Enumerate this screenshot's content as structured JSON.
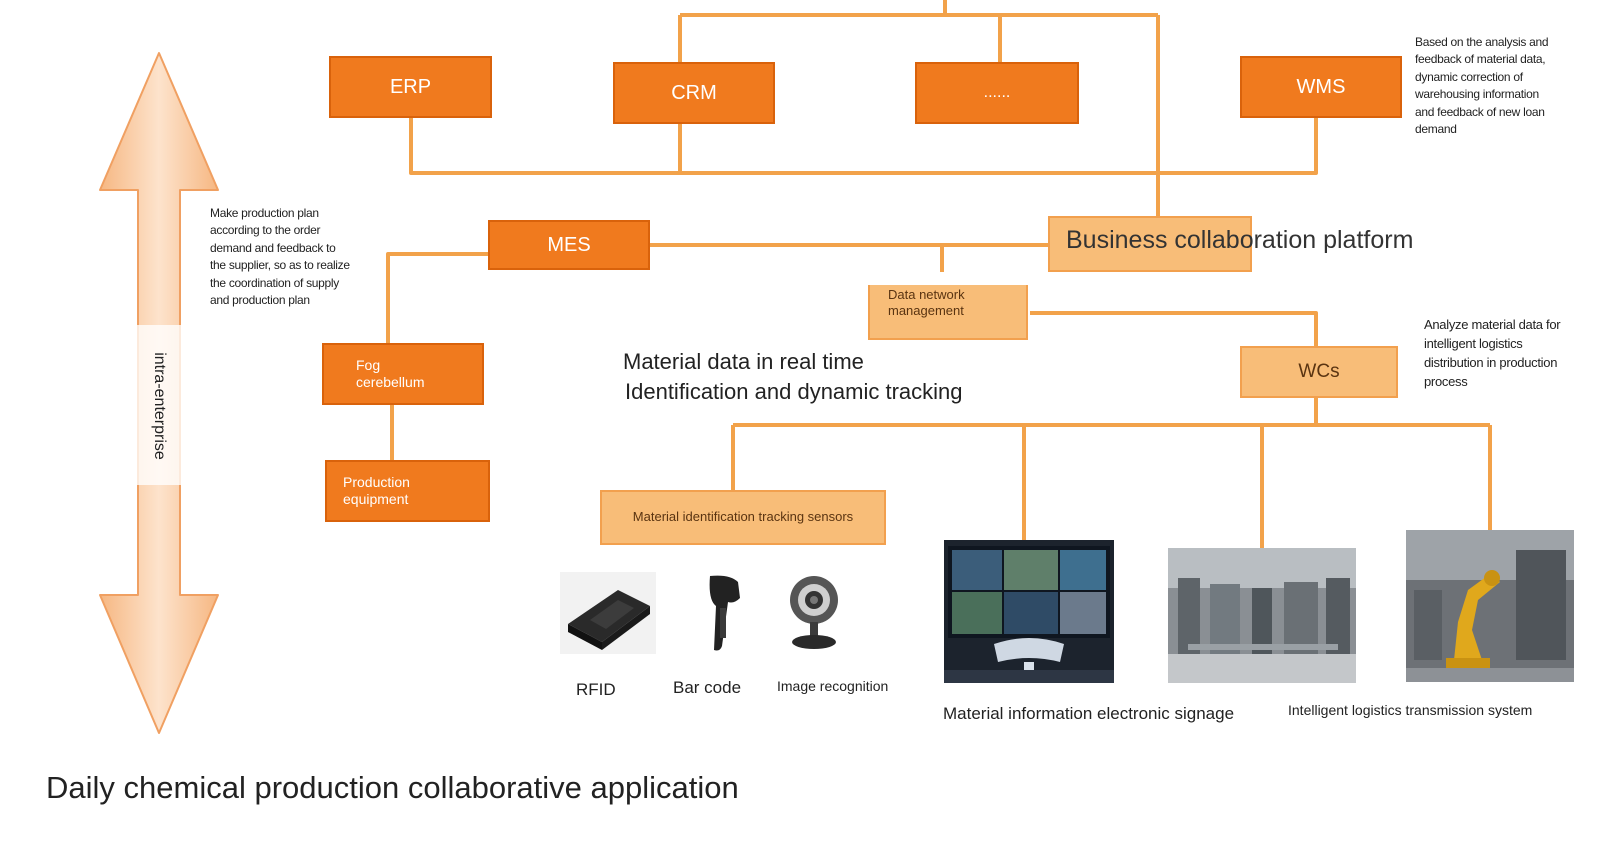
{
  "nodes": {
    "erp": "ERP",
    "crm": "CRM",
    "ellipsis": "......",
    "wms": "WMS",
    "mes": "MES",
    "bcp": "Business collaboration platform",
    "dnm": "Data network management",
    "fog": "Fog cerebellum",
    "prod_equipment": "Production equipment",
    "wcs": "WCs",
    "sensors": "Material identification tracking sensors"
  },
  "notes": {
    "wms_note": "Based on the analysis and feedback of material data, dynamic correction of warehousing information and feedback of new loan demand",
    "mes_note": "Make production plan according to the order demand and feedback to the supplier, so as to realize the coordination of supply and production plan",
    "wcs_note": "Analyze material data for intelligent logistics distribution in production process"
  },
  "labels": {
    "realtime_line1": "Material data in real time",
    "realtime_line2": "Identification and dynamic tracking",
    "intra_enterprise": "intra-enterprise",
    "rfid": "RFID",
    "barcode": "Bar code",
    "image_recognition": "Image recognition",
    "signage": "Material information electronic signage",
    "logistics_system": "Intelligent logistics transmission system",
    "footer_title": "Daily chemical production collaborative application"
  },
  "colors": {
    "accent_dark": "#f07a1e",
    "accent_light": "#f8bd78",
    "connector": "#f2a24a",
    "arrow_fill": "#f8c89a"
  }
}
